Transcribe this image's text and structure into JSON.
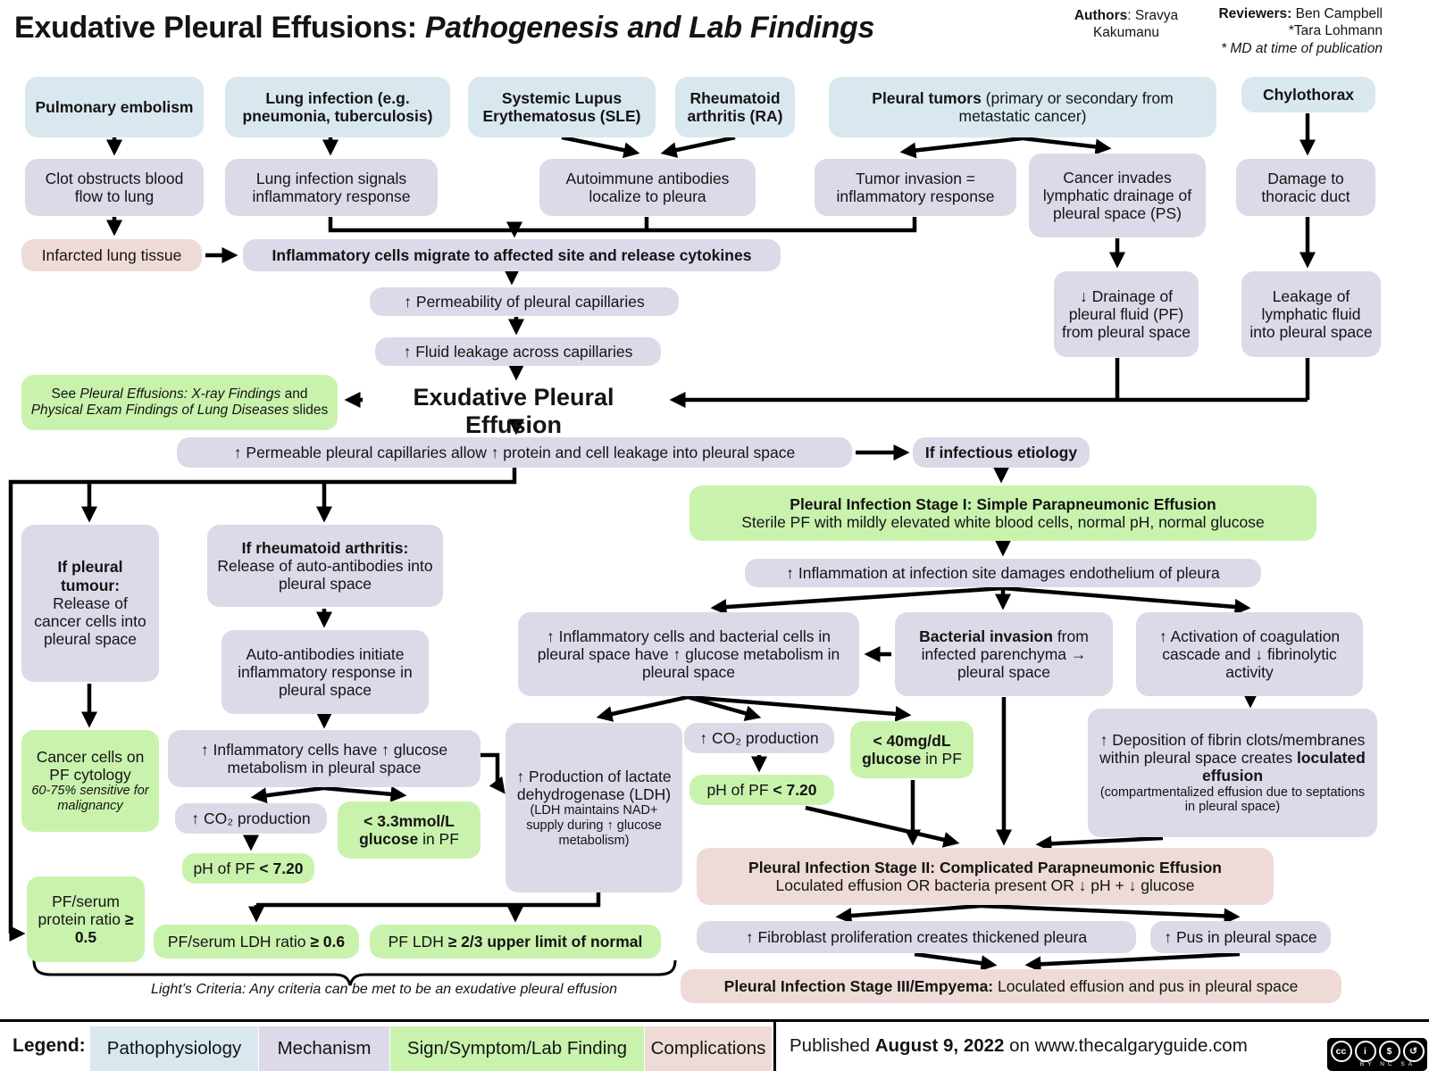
{
  "title": {
    "main": "Exudative Pleural Effusions: ",
    "italic": "Pathogenesis and Lab Findings"
  },
  "credits": {
    "authors_label": "Authors",
    "authors_rest": ": Sravya",
    "authors_line2": "Kakumanu",
    "reviewers_label": "Reviewers:",
    "reviewers_rest": " Ben Campbell",
    "reviewers_line2": "*Tara Lohmann",
    "reviewers_note": "* MD at time of publication"
  },
  "nodes": {
    "pe": "Pulmonary embolism",
    "lung_infection": "Lung infection (e.g. pneumonia, tuberculosis)",
    "sle": "Systemic Lupus Erythematosus (SLE)",
    "ra": "Rheumatoid arthritis (RA)",
    "tumors_bold": "Pleural tumors",
    "tumors_rest": " (primary or secondary from metastatic cancer)",
    "chylothorax": "Chylothorax",
    "clot": "Clot obstructs blood flow to lung",
    "signals": "Lung infection signals inflammatory response",
    "autoimmune": "Autoimmune antibodies localize to pleura",
    "invasion": "Tumor invasion = inflammatory response",
    "invades": "Cancer invades lymphatic drainage of pleural space (PS)",
    "damage": "Damage to thoracic duct",
    "infarcted": "Infarcted lung tissue",
    "migrate": "Inflammatory cells migrate to affected site and release cytokines",
    "drainage": "↓ Drainage of pleural fluid (PF) from pleural space",
    "leakage": "Leakage of lymphatic fluid into pleural space",
    "permeability": "↑ Permeability of pleural capillaries",
    "fluid_leakage": "↑ Fluid leakage across capillaries",
    "see_pre": "See ",
    "see_it1": "Pleural Effusions: X-ray Findings",
    "see_mid": " and ",
    "see_it2": "Physical Exam Findings of Lung Diseases",
    "see_post": " slides",
    "exudative": "Exudative Pleural Effusion",
    "permeable": "↑ Permeable pleural capillaries allow ↑ protein and cell leakage into pleural space",
    "if_infectious": "If infectious etiology",
    "stage1_title": "Pleural Infection Stage I: Simple Parapneumonic Effusion",
    "stage1_sub": "Sterile PF with mildly elevated white blood cells, normal pH, normal glucose",
    "inflammation_damages": "↑ Inflammation at infection site damages endothelium of pleura",
    "if_tumour_bold": "If pleural tumour:",
    "if_tumour_rest": "Release of cancer cells into pleural space",
    "if_ra_bold": "If rheumatoid arthritis:",
    "if_ra_rest": "Release of auto-antibodies into pleural space",
    "auto_initiate": "Auto-antibodies initiate inflammatory response in pleural space",
    "cytology_main": "Cancer cells on PF cytology",
    "cytology_note": "60-75% sensitive for malignancy",
    "inflamm_have": "↑ Inflammatory cells have ↑ glucose metabolism in pleural space",
    "co2_left": "↑ CO₂ production",
    "glu33_b1": "< 3.3mmol/L",
    "glu33_b2": "glucose",
    "glu33_rest": " in PF",
    "ph_left_pre": "pH of PF  ",
    "ph_left_bold": "< 7.20",
    "protein_pre": "PF/serum protein ratio ",
    "protein_bold": "≥ 0.5",
    "ldh_ratio_pre": "PF/serum LDH ratio ",
    "ldh_ratio_bold": "≥ 0.6",
    "ldh23_pre": "PF LDH ",
    "ldh23_bold": "≥ 2/3 upper limit of normal",
    "lights": "Light’s Criteria: Any criteria can be met to be an exudative pleural effusion",
    "inflamm_bact": "↑ Inflammatory cells and bacterial cells in pleural space have ↑ glucose metabolism in pleural space",
    "bact_bold": "Bacterial invasion",
    "bact_rest": " from infected parenchyma → pleural space",
    "activation": "↑ Activation of coagulation cascade and ↓ fibrinolytic activity",
    "ldh_main": "↑ Production of lactate dehydrogenase (LDH)",
    "ldh_note": "(LDH maintains NAD+ supply during ↑ glucose metabolism)",
    "co2_right": "↑ CO₂ production",
    "glu40_b1": "< 40mg/dL",
    "glu40_b2": "glucose",
    "glu40_rest": " in PF",
    "ph_right_pre": "pH of PF  ",
    "ph_right_bold": "< 7.20",
    "deposition_pre": "↑ Deposition of fibrin clots/membranes within pleural space creates ",
    "deposition_bold": "loculated effusion",
    "deposition_note": "(compartmentalized effusion due to septations in pleural space)",
    "stage2_title": "Pleural Infection Stage II: Complicated Parapneumonic Effusion",
    "stage2_sub": "Loculated effusion OR bacteria present OR ↓ pH + ↓ glucose",
    "fibroblast": "↑ Fibroblast proliferation creates thickened pleura",
    "pus": "↑ Pus in pleural space",
    "stage3_bold": "Pleural Infection Stage III/Empyema:",
    "stage3_rest": " Loculated effusion and pus in pleural space"
  },
  "legend": {
    "label": "Legend:",
    "items": [
      {
        "label": "Pathophysiology"
      },
      {
        "label": "Mechanism"
      },
      {
        "label": "Sign/Symptom/Lab Finding"
      },
      {
        "label": "Complications"
      }
    ]
  },
  "footer": {
    "published_pre": "Published ",
    "published_date": "August 9, 2022",
    "published_post": " on www.thecalgaryguide.com",
    "cc_glyph_cc": "cc",
    "cc_glyph_by": "i",
    "cc_glyph_nc": "$",
    "cc_glyph_sa": "↺",
    "cc_labels": "BY NC SA"
  },
  "colors": {
    "pathophysiology": "#d9e8ef",
    "mechanism": "#dcd9e9",
    "sign_symptom_lab_finding": "#c9f3ad",
    "complications": "#eedbd7"
  }
}
